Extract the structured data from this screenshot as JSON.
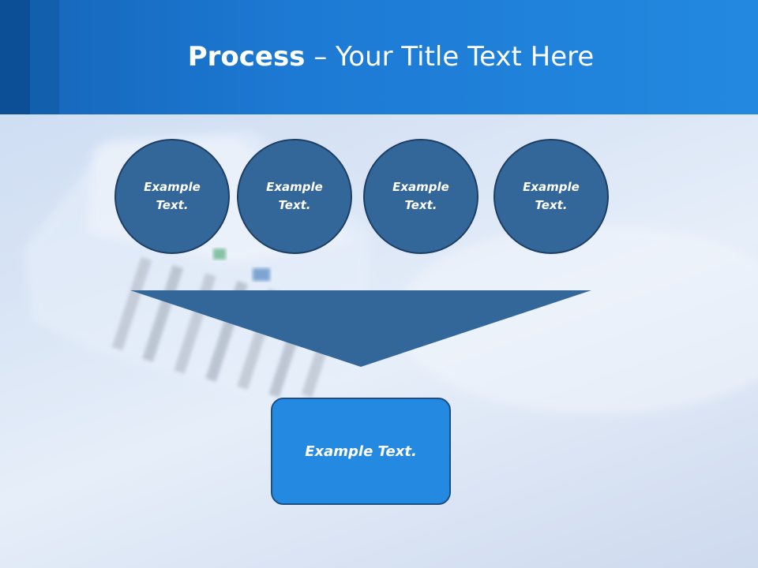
{
  "slide": {
    "title_bold": "Process",
    "title_rest": " – Your Title Text Here",
    "circles": [
      {
        "label": "Example Text."
      },
      {
        "label": "Example Text."
      },
      {
        "label": "Example Text."
      },
      {
        "label": "Example Text."
      }
    ],
    "result_box": {
      "label": "Example Text."
    }
  },
  "colors": {
    "header": "#1d7ad4",
    "circle_fill": "#336699",
    "funnel_fill": "#336699",
    "box_fill": "#2489e0"
  }
}
